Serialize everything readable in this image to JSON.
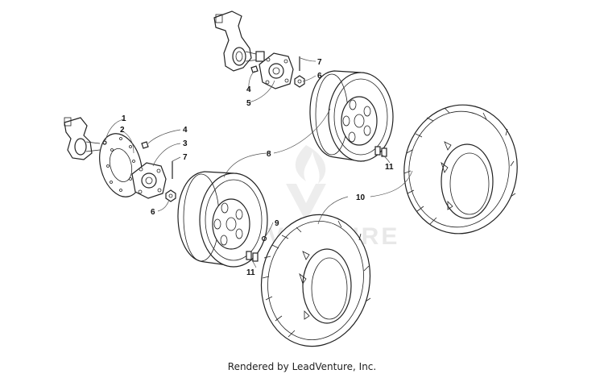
{
  "watermark": {
    "text": "VENTURE"
  },
  "callouts": [
    {
      "id": "c1",
      "label": "1"
    },
    {
      "id": "c2",
      "label": "2"
    },
    {
      "id": "c3",
      "label": "3"
    },
    {
      "id": "c4a",
      "label": "4"
    },
    {
      "id": "c4b",
      "label": "4"
    },
    {
      "id": "c5",
      "label": "5"
    },
    {
      "id": "c6a",
      "label": "6"
    },
    {
      "id": "c6b",
      "label": "6"
    },
    {
      "id": "c7a",
      "label": "7"
    },
    {
      "id": "c7b",
      "label": "7"
    },
    {
      "id": "c8",
      "label": "8"
    },
    {
      "id": "c9",
      "label": "9"
    },
    {
      "id": "c10",
      "label": "10"
    },
    {
      "id": "c11a",
      "label": "11"
    },
    {
      "id": "c11b",
      "label": "11"
    }
  ],
  "footer": {
    "text": "Rendered by LeadVenture, Inc."
  }
}
